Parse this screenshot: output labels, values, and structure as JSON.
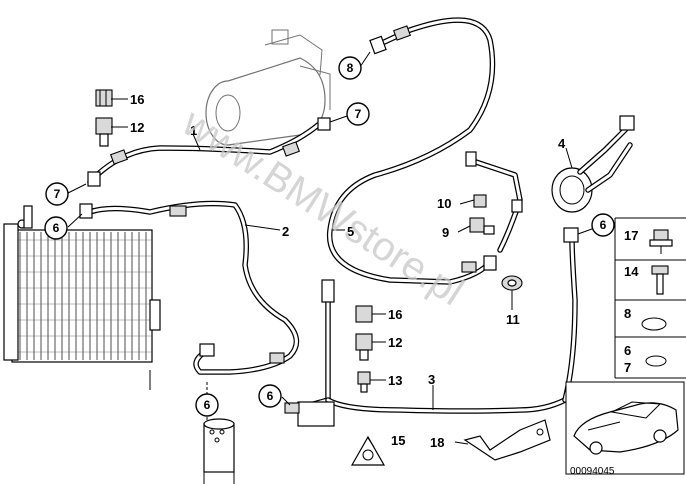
{
  "watermark": "www.BMWstore.pl",
  "diagram_code": "00094045",
  "callouts": {
    "c8": "8",
    "c7_top": "7",
    "c7_left": "7",
    "c6_left": "6",
    "c6_right": "6",
    "c6_bottom": "6",
    "c6_mid": "6"
  },
  "labels": {
    "l1": "1",
    "l2": "2",
    "l3": "3",
    "l4": "4",
    "l5": "5",
    "l9": "9",
    "l10": "10",
    "l11": "11",
    "l12_top": "12",
    "l16_top": "16",
    "l16_mid": "16",
    "l12_mid": "12",
    "l13": "13",
    "l15": "15",
    "l18": "18"
  },
  "legend": {
    "rows": [
      "17",
      "14",
      "8",
      "6",
      "7"
    ]
  }
}
